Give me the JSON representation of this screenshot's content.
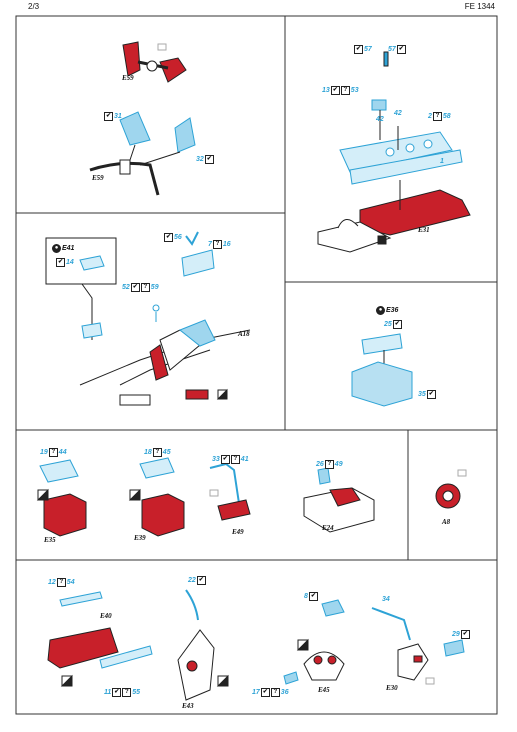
{
  "header": {
    "page": "2/3",
    "code": "FE 1344"
  },
  "symbols": {
    "check": "✔",
    "question": "?"
  },
  "icons": [
    "check-box-icon",
    "question-box-icon",
    "primer-icon",
    "eye-icon"
  ],
  "colors": {
    "photo_etch": "#2ea3d6",
    "red": "#c8202a",
    "frame": "#333333"
  },
  "panels": {
    "p1": {
      "parts": [
        "E59",
        "31",
        "32",
        "E59"
      ]
    },
    "p2": {
      "parts": [
        "57",
        "57",
        "13",
        "53",
        "42",
        "42",
        "2",
        "58",
        "1",
        "E31"
      ]
    },
    "p3": {
      "parts": [
        "E41",
        "14",
        "56",
        "7",
        "16",
        "52",
        "59",
        "A18"
      ]
    },
    "p4": {
      "parts": [
        "E36",
        "25",
        "35"
      ]
    },
    "p5": {
      "parts": [
        "19",
        "44",
        "E35",
        "18",
        "45",
        "E39",
        "33",
        "41",
        "E49",
        "26",
        "49",
        "E24"
      ]
    },
    "p6": {
      "parts": [
        "A8"
      ]
    },
    "p7": {
      "parts": [
        "12",
        "54",
        "E40",
        "11",
        "55",
        "22",
        "E43",
        "8",
        "E45",
        "17",
        "36",
        "34",
        "29",
        "E30"
      ]
    }
  }
}
